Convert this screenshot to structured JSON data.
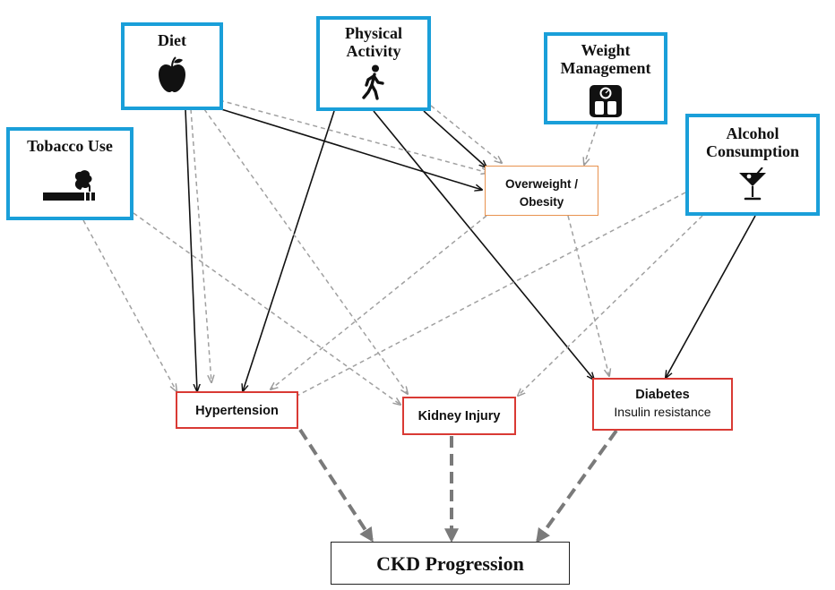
{
  "factors": {
    "diet": "Diet",
    "physical_activity": "Physical Activity",
    "weight_management": "Weight Management",
    "tobacco_use": "Tobacco Use",
    "alcohol_consumption": "Alcohol Consumption"
  },
  "intermediates": {
    "overweight_obesity": "Overweight / Obesity",
    "hypertension": "Hypertension",
    "kidney_injury": "Kidney Injury",
    "diabetes": "Diabetes",
    "diabetes_sub": "Insulin resistance"
  },
  "outcome": "CKD Progression",
  "icons": {
    "diet": "apple-icon",
    "physical_activity": "walking-person-icon",
    "weight_management": "scale-icon",
    "tobacco_use": "cigarette-icon",
    "alcohol_consumption": "cocktail-glass-icon"
  },
  "colors": {
    "factor_border": "#1a9fd9",
    "condition_border": "#d93a34",
    "obesity_border": "#e8924f",
    "solid_arrow": "#111111",
    "dashed_arrow": "#a0a0a0",
    "outcome_arrow": "#7a7a7a"
  }
}
